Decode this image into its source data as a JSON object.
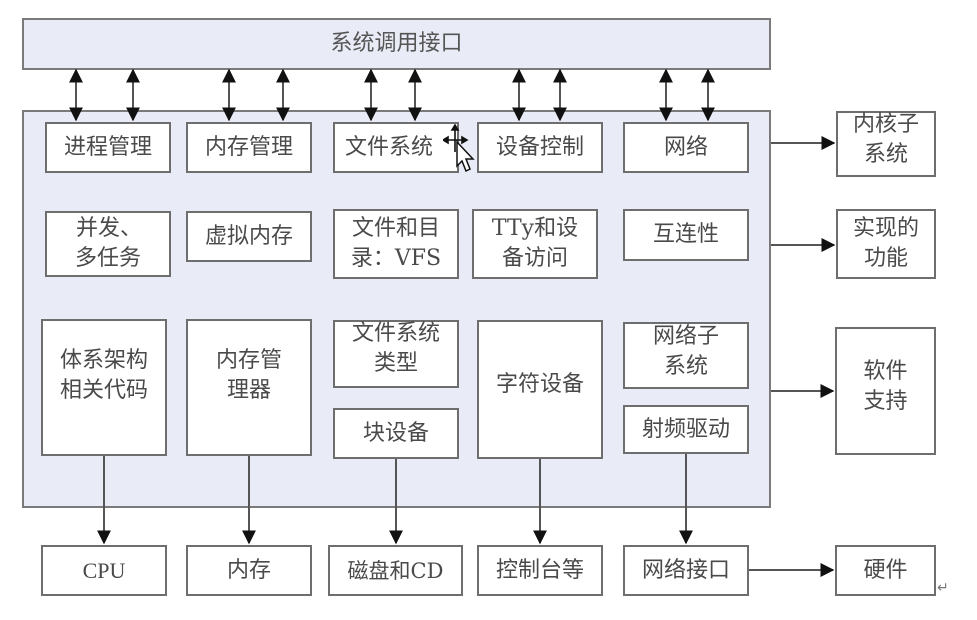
{
  "top": {
    "syscall_interface": "系统调用接口"
  },
  "columns": [
    {
      "subsystem": "进程管理",
      "function": [
        "并发、",
        "多任务"
      ],
      "support": [
        "体系架构",
        "相关代码"
      ],
      "hardware": "CPU"
    },
    {
      "subsystem": "内存管理",
      "function": [
        "虚拟内存"
      ],
      "support": [
        "内存管",
        "理器"
      ],
      "hardware": "内存"
    },
    {
      "subsystem": "文件系统",
      "function": [
        "文件和目",
        "录：VFS"
      ],
      "support_top": [
        "文件系统",
        "类型"
      ],
      "support": [
        "块设备"
      ],
      "hardware": "磁盘和CD"
    },
    {
      "subsystem": "设备控制",
      "function": [
        "TTy和设",
        "备访问"
      ],
      "support": [
        "字符设备"
      ],
      "hardware": "控制台等"
    },
    {
      "subsystem": "网络",
      "function": [
        "互连性"
      ],
      "support_top": [
        "网络子",
        "系统"
      ],
      "support": [
        "射频驱动"
      ],
      "hardware": "网络接口"
    }
  ],
  "legend": [
    [
      "内核子",
      "系统"
    ],
    [
      "实现的",
      "功能"
    ],
    [
      "软件",
      "支持"
    ],
    [
      "硬件"
    ]
  ],
  "colors": {
    "panel": "#e9ecf6",
    "border": "#6e6e6e",
    "arrow": "#111111"
  },
  "extras": {
    "paragraph_mark": "↵",
    "cursor_icon": "move-cursor-icon"
  }
}
